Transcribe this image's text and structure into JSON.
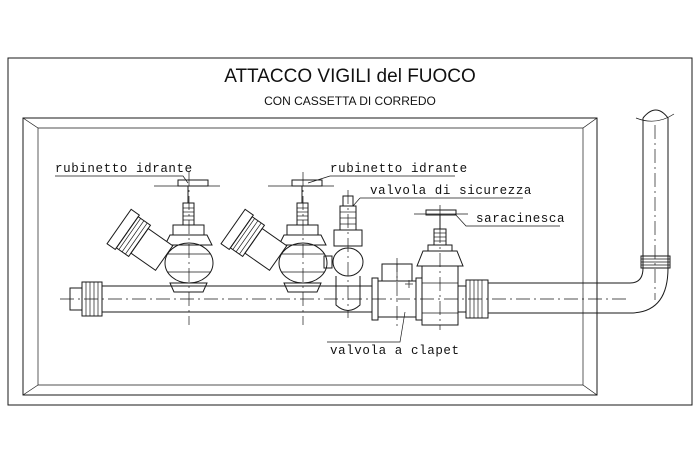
{
  "title": "ATTACCO VIGILI del FUOCO",
  "subtitle": "CON CASSETTA DI CORREDO",
  "labels": {
    "hydrant_valve_1": "rubinetto idrante",
    "hydrant_valve_2": "rubinetto idrante",
    "safety_valve": "valvola di sicurezza",
    "gate_valve": "saracinesca",
    "check_valve": "valvola a clapet"
  },
  "stroke_color": "#1a1a1a",
  "background_color": "#ffffff"
}
